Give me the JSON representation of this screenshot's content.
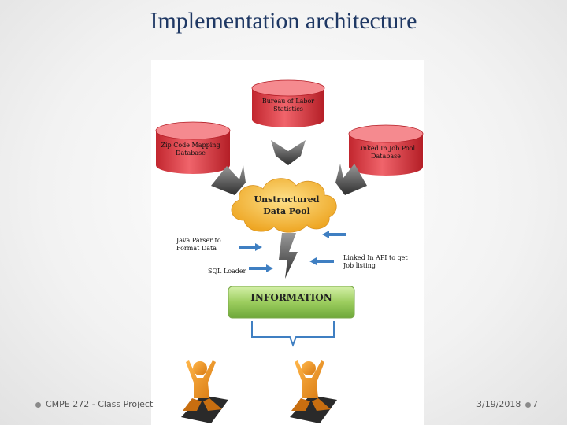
{
  "slide": {
    "title": "Implementation architecture"
  },
  "diagram": {
    "databases": {
      "bls": [
        "Bureau of Labor",
        "Statistics"
      ],
      "zip": [
        "Zip Code Mapping",
        "Database"
      ],
      "linkedin": [
        "Linked In Job Pool",
        "Database"
      ]
    },
    "cloud_label": [
      "Unstructured",
      "Data Pool"
    ],
    "java_parser": [
      "Java Parser to",
      "Format Data"
    ],
    "sql_loader": "SQL Loader",
    "linkedin_api": [
      "Linked In API to get",
      "Job listing"
    ],
    "information": "INFORMATION",
    "colors": {
      "database": "#e0454d",
      "cloud": "#f4b733",
      "information_box": "#9ccd5e",
      "arrow": "#3f7fc2",
      "title": "#1f3864"
    }
  },
  "footer": {
    "left_text": "CMPE 272 - Class Project",
    "date": "3/19/2018",
    "page": "7"
  }
}
